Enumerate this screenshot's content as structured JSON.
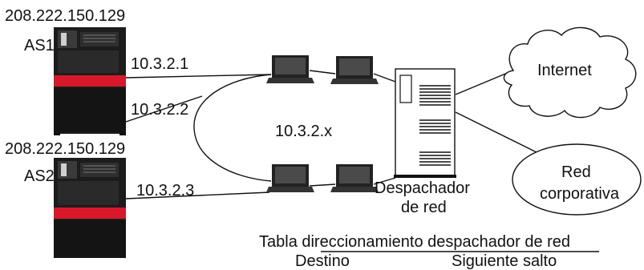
{
  "servers": {
    "as1": {
      "ip": "208.222.150.129",
      "name": "AS1",
      "interfaces": [
        "10.3.2.1",
        "10.3.2.2"
      ]
    },
    "as2": {
      "ip": "208.222.150.129",
      "name": "AS2",
      "interfaces": [
        "10.3.2.3"
      ]
    }
  },
  "network": {
    "label": "10.3.2.x"
  },
  "dispatcher": {
    "label_line1": "Despachador",
    "label_line2": "de red"
  },
  "clouds": {
    "internet": "Internet",
    "corporate_line1": "Red",
    "corporate_line2": "corporativa"
  },
  "table": {
    "title": "Tabla direccionamiento despachador de red",
    "col1": "Destino",
    "col2": "Siguiente salto"
  },
  "colors": {
    "server_accent": "#d7182a",
    "server_body": "#1c1c1c"
  }
}
